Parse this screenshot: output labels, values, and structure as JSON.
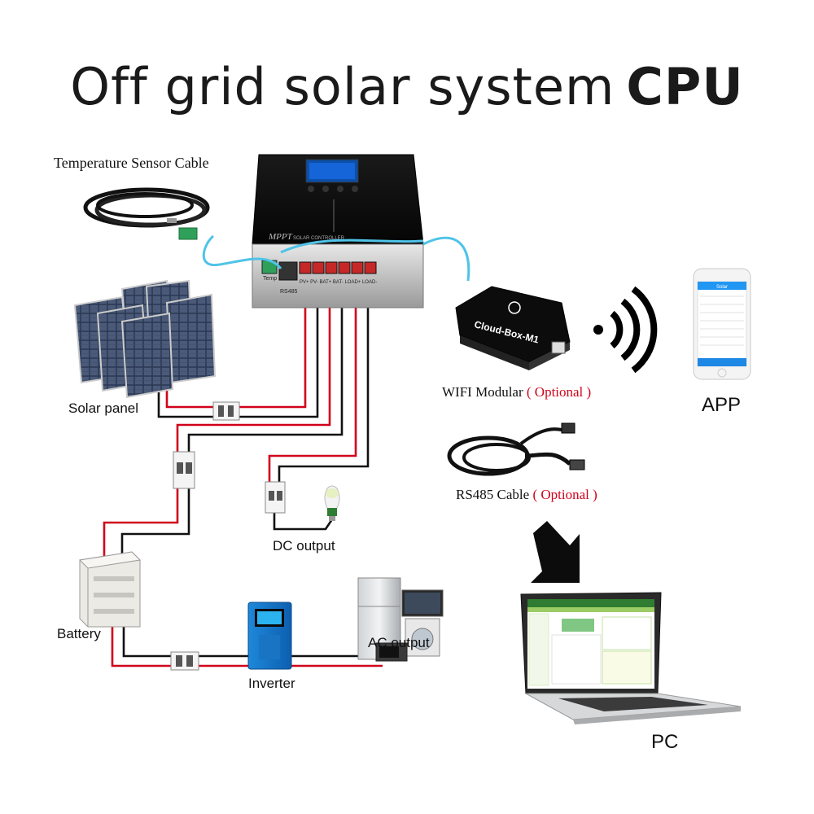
{
  "title": {
    "main": "Off grid solar system",
    "bold": "CPU"
  },
  "labels": {
    "temp_sensor": "Temperature Sensor Cable",
    "solar_panel": "Solar panel",
    "dc_output": "DC output",
    "battery": "Battery",
    "inverter": "Inverter",
    "ac_output": "AC output",
    "wifi": "WIFI Modular",
    "wifi_opt": "( Optional )",
    "rs485_cable": "RS485 Cable",
    "rs485_opt": "( Optional )",
    "app": "APP",
    "pc": "PC"
  },
  "controller": {
    "brand": "MPPT",
    "sub": "SOLAR CONTROLLER",
    "port_temp": "Temp",
    "port_rs485": "RS485",
    "terminals": "PV+ PV- BAT+ BAT- LOAD+ LOAD-"
  },
  "wifi_box": {
    "name": "Cloud-Box-M1"
  },
  "phone": {
    "header": "Solar"
  },
  "colors": {
    "wire_positive": "#d0021b",
    "wire_negative": "#111111",
    "sensor_cable": "#4fc3e8"
  }
}
